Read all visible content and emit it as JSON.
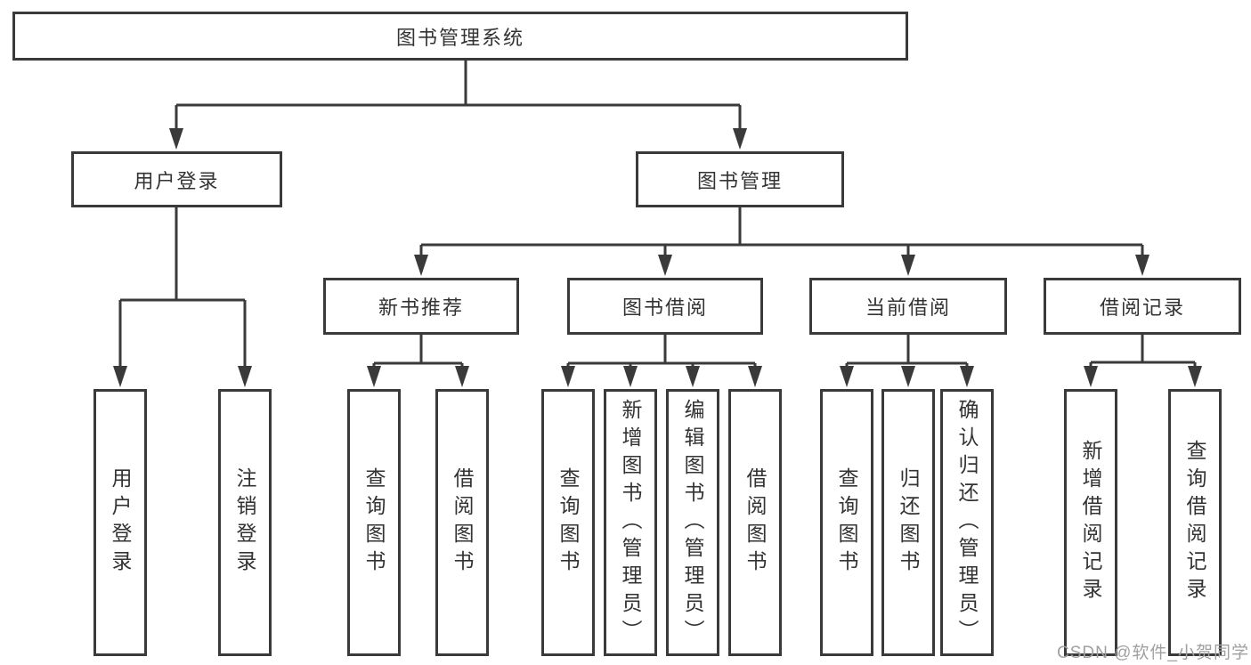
{
  "tree": {
    "label": "图书管理系统",
    "children": [
      {
        "label": "用户登录",
        "children": [
          {
            "label": "用户登录"
          },
          {
            "label": "注销登录"
          }
        ]
      },
      {
        "label": "图书管理",
        "children": [
          {
            "label": "新书推荐",
            "children": [
              {
                "label": "查询图书"
              },
              {
                "label": "借阅图书"
              }
            ]
          },
          {
            "label": "图书借阅",
            "children": [
              {
                "label": "查询图书"
              },
              {
                "label": "新增图书（管理员）"
              },
              {
                "label": "编辑图书（管理员）"
              },
              {
                "label": "借阅图书"
              }
            ]
          },
          {
            "label": "当前借阅",
            "children": [
              {
                "label": "查询图书"
              },
              {
                "label": "归还图书"
              },
              {
                "label": "确认归还（管理员）"
              }
            ]
          },
          {
            "label": "借阅记录",
            "children": [
              {
                "label": "新增借阅记录"
              },
              {
                "label": "查询借阅记录"
              }
            ]
          }
        ]
      }
    ]
  },
  "watermark": {
    "text": "CSDN @软件_小贺同学"
  },
  "colors": {
    "line": "#3a3a3a",
    "text": "#333333",
    "watermark": "#a0a0a0",
    "bg": "#ffffff"
  }
}
